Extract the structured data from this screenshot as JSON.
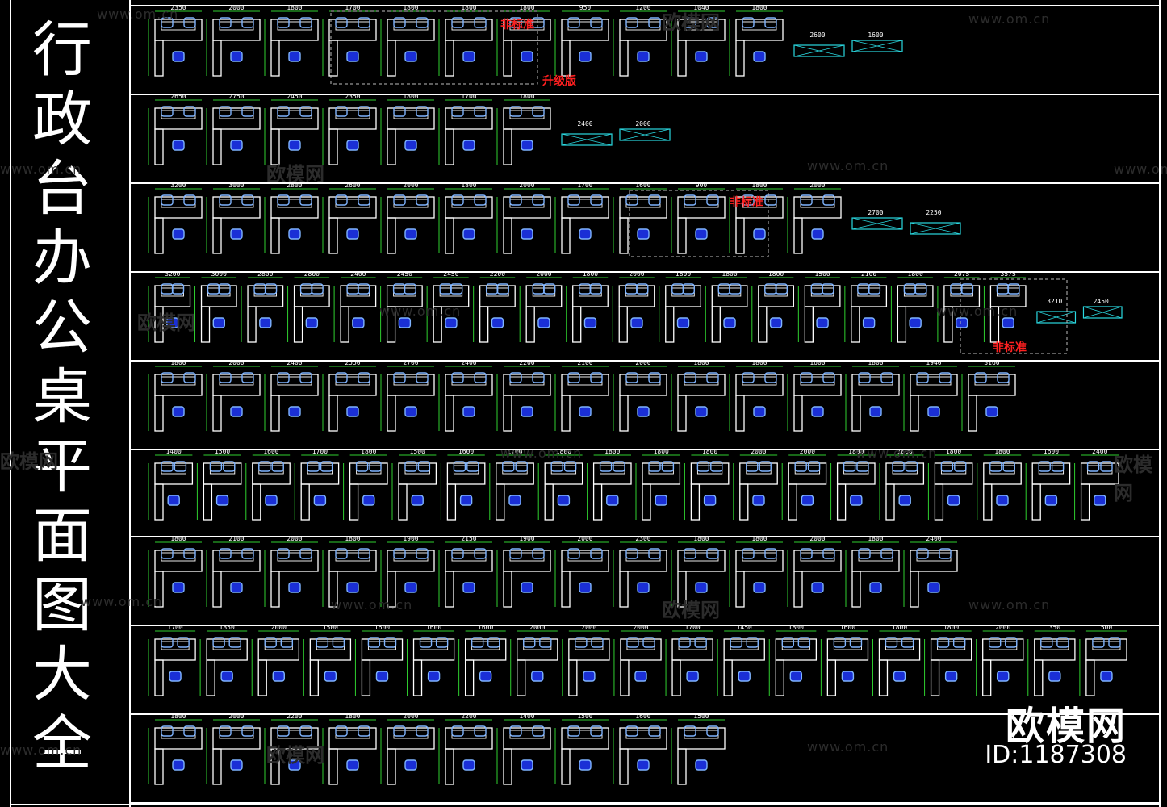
{
  "title_chars": [
    "行",
    "政",
    "台",
    "办",
    "公",
    "桌",
    "平",
    "面",
    "图",
    "大",
    "全"
  ],
  "watermark": {
    "url": "www.om.cn",
    "brand": "欧模网"
  },
  "stamp": {
    "brand": "欧模网",
    "id": "ID:1187308"
  },
  "annotations": {
    "non_standard": "非标准",
    "upgrade": "升级版"
  },
  "colors": {
    "desk": "#ffffff",
    "chair": "#7fb4ff",
    "chair_fill": "#1a2fd6",
    "dim": "#2fd02f",
    "cabinet": "#2ad8e0",
    "note": "#ff2020"
  },
  "rows": [
    {
      "dims": [
        "2350",
        "2000",
        "1800",
        "1700",
        "1800",
        "1800",
        "1800",
        "950",
        "1200",
        "1040",
        "1800",
        "2600",
        "1600"
      ]
    },
    {
      "dims": [
        "2650",
        "2750",
        "2450",
        "2350",
        "1800",
        "1700",
        "1800",
        "2400",
        "2000"
      ]
    },
    {
      "dims": [
        "3200",
        "3000",
        "2800",
        "2600",
        "2000",
        "1800",
        "2000",
        "1700",
        "1600",
        "900",
        "1800",
        "2000",
        "2700",
        "2250"
      ]
    },
    {
      "dims": [
        "3200",
        "3000",
        "2800",
        "2800",
        "2400",
        "2450",
        "2450",
        "2200",
        "2000",
        "1800",
        "2000",
        "1800",
        "1800",
        "1800",
        "1500",
        "2100",
        "1800",
        "2075",
        "3575",
        "3210",
        "2450"
      ]
    },
    {
      "dims": [
        "1800",
        "2000",
        "2400",
        "2550",
        "2700",
        "2400",
        "2200",
        "2100",
        "2000",
        "1800",
        "1800",
        "1600",
        "1800",
        "1940",
        "3160"
      ]
    },
    {
      "dims": [
        "1400",
        "1500",
        "1600",
        "1700",
        "1800",
        "1500",
        "1600",
        "1700",
        "1800",
        "1800",
        "1800",
        "1800",
        "2000",
        "2000",
        "1800",
        "1800",
        "1800",
        "1800",
        "1600",
        "2400"
      ]
    },
    {
      "dims": [
        "1800",
        "2100",
        "2000",
        "1800",
        "1900",
        "2150",
        "1900",
        "2000",
        "2300",
        "1800",
        "1800",
        "2000",
        "1800",
        "2400"
      ]
    },
    {
      "dims": [
        "1700",
        "1850",
        "2000",
        "1500",
        "1600",
        "1600",
        "1600",
        "2000",
        "2000",
        "2000",
        "1700",
        "1450",
        "1800",
        "1600",
        "1800",
        "1800",
        "2000",
        "350",
        "500"
      ]
    },
    {
      "dims": [
        "1800",
        "2000",
        "2200",
        "1800",
        "2000",
        "2200",
        "1400",
        "1500",
        "1600",
        "1500"
      ]
    }
  ]
}
